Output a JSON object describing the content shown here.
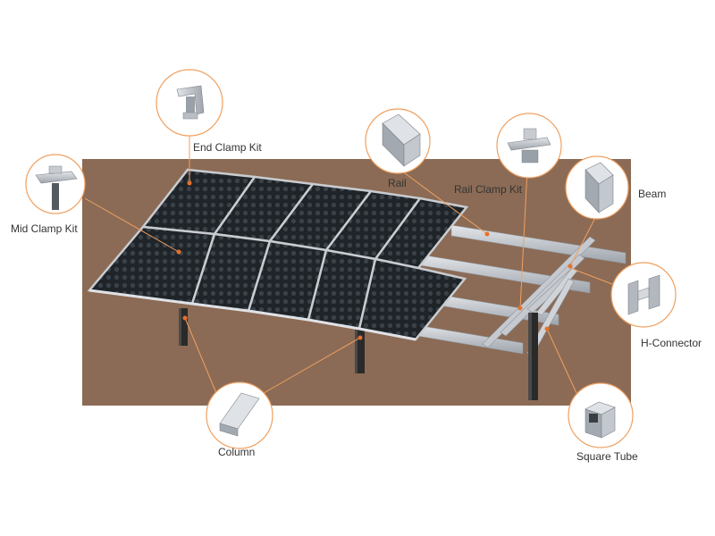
{
  "labels": {
    "end_clamp_kit": "End Clamp Kit",
    "mid_clamp_kit": "Mid Clamp Kit",
    "rail": "Rail",
    "rail_clamp_kit": "Rail Clamp Kit",
    "beam": "Beam",
    "h_connector": "H-Connector",
    "column": "Column",
    "square_tube": "Square Tube"
  },
  "colors": {
    "ground": "#8b6b55",
    "callout_ring": "#f0a060",
    "marker": "#e8702a",
    "panel": "#1f2429",
    "panel_frame": "#c9ccd0",
    "steel": "#b7bcc3",
    "column_dark": "#2a2a2a"
  },
  "icons": [
    "end-clamp-icon",
    "mid-clamp-icon",
    "rail-profile-icon",
    "rail-clamp-icon",
    "beam-profile-icon",
    "h-connector-icon",
    "column-profile-icon",
    "square-tube-icon"
  ]
}
